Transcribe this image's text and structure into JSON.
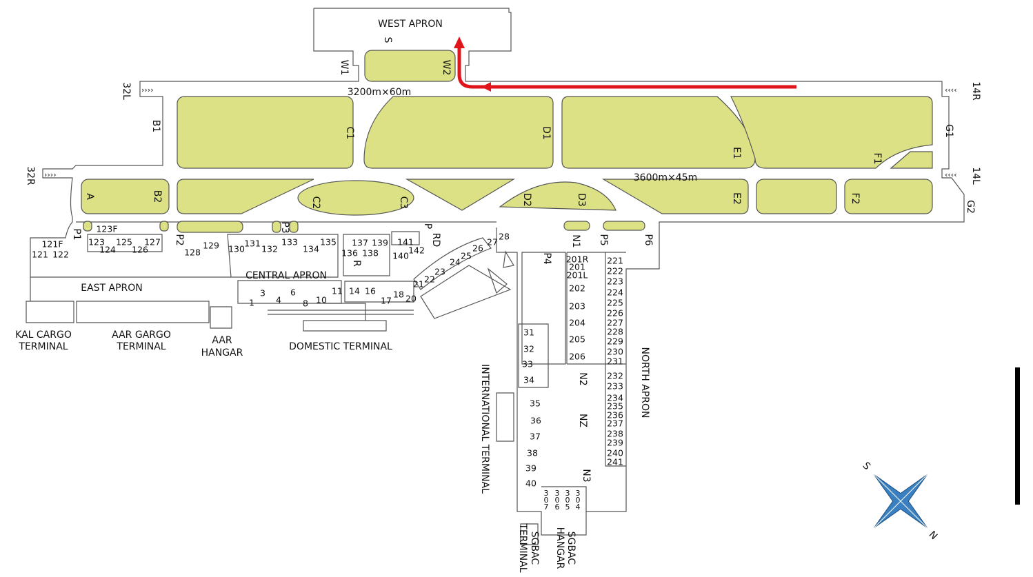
{
  "labels": {
    "west_apron": "WEST APRON",
    "s": "S",
    "w1": "W1",
    "w2": "W2",
    "runway_1_dims": "3200m×60m",
    "runway_2_dims": "3600m×45m",
    "rwy_32l": "32L",
    "rwy_14r": "14R",
    "rwy_32r": "32R",
    "rwy_14l": "14L",
    "b1": "B1",
    "c1": "C1",
    "d1": "D1",
    "e1": "E1",
    "f1": "F1",
    "g1": "G1",
    "a": "A",
    "b2": "B2",
    "c2": "C2",
    "c3": "C3",
    "d2": "D2",
    "d3": "D3",
    "e2": "E2",
    "f2": "F2",
    "g2": "G2",
    "p1": "P1",
    "p2": "P2",
    "p3": "P3",
    "p": "P",
    "rd": "RD",
    "n1": "N1",
    "p5": "P5",
    "p6": "P6",
    "p4": "P4",
    "r": "R",
    "n2": "N2",
    "nz": "NZ",
    "n3": "N3",
    "east_apron": "EAST APRON",
    "central_apron": "CENTRAL APRON",
    "domestic_terminal": "DOMESTIC TERMINAL",
    "kal_cargo_1": "KAL CARGO",
    "kal_cargo_2": "TERMINAL",
    "aar_cargo_1": "AAR GARGO",
    "aar_cargo_2": "TERMINAL",
    "aar_hangar_1": "AAR",
    "aar_hangar_2": "HANGAR",
    "north_apron": "NORTH APRON",
    "international_terminal": "INTERNATIONAL TERMINAL",
    "sgbac_terminal_1": "SGBAC",
    "sgbac_terminal_2": "TERMINAL",
    "sgbac_hangar_1": "SGBAC",
    "sgbac_hangar_2": "HANGAR",
    "compass_s": "S",
    "compass_n": "N"
  },
  "stands": [
    "123F",
    "121F",
    "121",
    "122",
    "123",
    "125",
    "127",
    "124",
    "126",
    "128",
    "129",
    "130",
    "131",
    "132",
    "133",
    "134",
    "135",
    "137",
    "139",
    "136",
    "138",
    "141",
    "142",
    "140",
    "21",
    "22",
    "23",
    "24",
    "25",
    "26",
    "27",
    "28",
    "1",
    "3",
    "4",
    "6",
    "8",
    "10",
    "11",
    "14",
    "16",
    "17",
    "18",
    "20",
    "31",
    "32",
    "33",
    "34",
    "35",
    "36",
    "37",
    "38",
    "39",
    "40",
    "201R",
    "201",
    "201L",
    "202",
    "203",
    "204",
    "205",
    "206",
    "221",
    "222",
    "223",
    "224",
    "225",
    "226",
    "227",
    "228",
    "229",
    "230",
    "231",
    "232",
    "233",
    "234",
    "235",
    "236",
    "237",
    "238",
    "239",
    "240",
    "241"
  ],
  "vertical_stands": [
    "307",
    "306",
    "305",
    "304"
  ],
  "colors": {
    "grass": "#dbe184",
    "route": "#e0141b",
    "compass": "#3a7fc0"
  }
}
